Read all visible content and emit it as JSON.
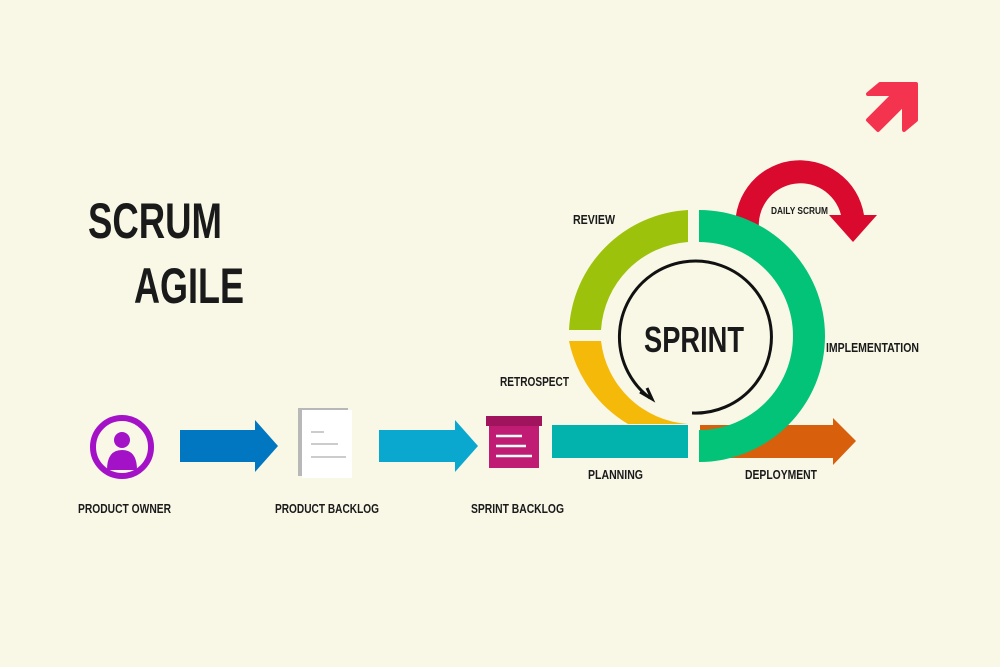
{
  "title": {
    "line1": "SCRUM",
    "line2": "AGILE"
  },
  "center_label": "SPRINT",
  "phases": {
    "review": "REVIEW",
    "retrospect": "RETROSPECT",
    "planning": "PLANNING",
    "implementation": "IMPLEMENTATION",
    "deployment": "DEPLOYMENT",
    "daily_scrum": "DAILY SCRUM"
  },
  "flow": {
    "product_owner": "PRODUCT OWNER",
    "product_backlog": "PRODUCT BACKLOG",
    "sprint_backlog": "SPRINT BACKLOG"
  },
  "colors": {
    "review": "#9dc20b",
    "retrospect": "#f5b90a",
    "planning": "#02b3ad",
    "implementation": "#02c378",
    "deployment": "#d85f0c",
    "daily_scrum": "#d90a2e",
    "product_owner": "#a412c8",
    "arrow1": "#0176c1",
    "arrow2": "#0aa8cf",
    "sprint_backlog": "#c11c73",
    "brand": "#f4334f"
  }
}
